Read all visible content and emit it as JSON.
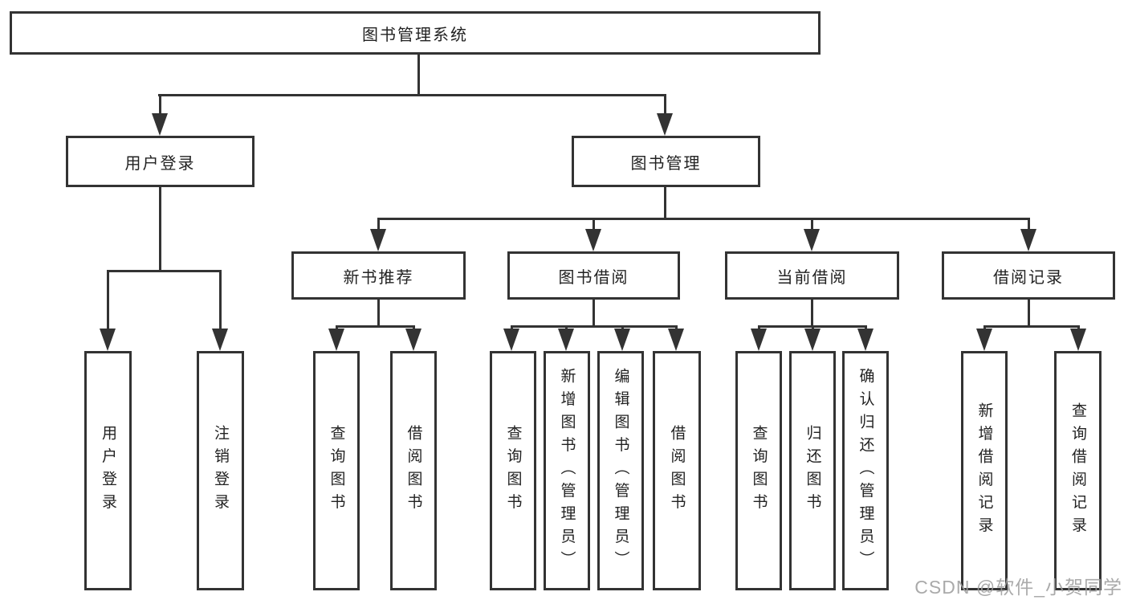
{
  "diagram": {
    "root": {
      "label": "图书管理系统"
    },
    "level2": [
      {
        "label": "用户登录"
      },
      {
        "label": "图书管理"
      }
    ],
    "level3": [
      {
        "label": "新书推荐"
      },
      {
        "label": "图书借阅"
      },
      {
        "label": "当前借阅"
      },
      {
        "label": "借阅记录"
      }
    ],
    "leaves": {
      "user_login": [
        "用户登录",
        "注销登录"
      ],
      "new_book": [
        "查询图书",
        "借阅图书"
      ],
      "borrow": [
        "查询图书",
        "新增图书（管理员）",
        "编辑图书（管理员）",
        "借阅图书"
      ],
      "current": [
        "查询图书",
        "归还图书",
        "确认归还（管理员）"
      ],
      "records": [
        "新增借阅记录",
        "查询借阅记录"
      ]
    }
  },
  "watermark": "CSDN @软件_小贺同学",
  "colors": {
    "line": "#333333",
    "text": "#222222",
    "watermark": "#9e9e9e",
    "background": "#ffffff"
  }
}
